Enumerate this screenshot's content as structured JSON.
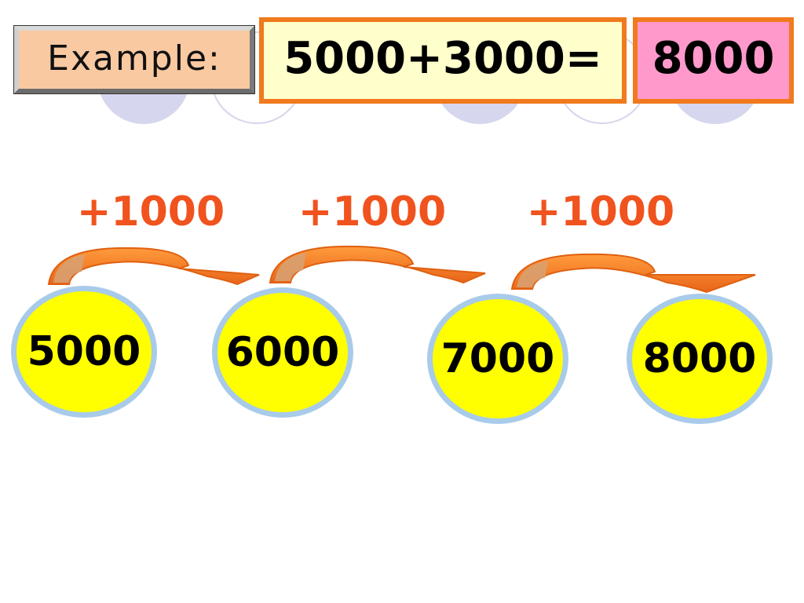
{
  "header": {
    "example_label": "Example:",
    "equation": "5000+3000=",
    "answer": "8000"
  },
  "steps": [
    {
      "label": "+1000"
    },
    {
      "label": "+1000"
    },
    {
      "label": "+1000"
    }
  ],
  "nodes": [
    {
      "value": "5000"
    },
    {
      "value": "6000"
    },
    {
      "value": "7000"
    },
    {
      "value": "8000"
    }
  ],
  "colors": {
    "step_label": "#f0531e",
    "arrow": "#f07a1d",
    "node_fill": "#ffff00",
    "node_border": "#a8cbea",
    "equation_fill": "#ffffcc",
    "answer_fill": "#ff99cc",
    "example_fill": "#f9c9a1"
  }
}
